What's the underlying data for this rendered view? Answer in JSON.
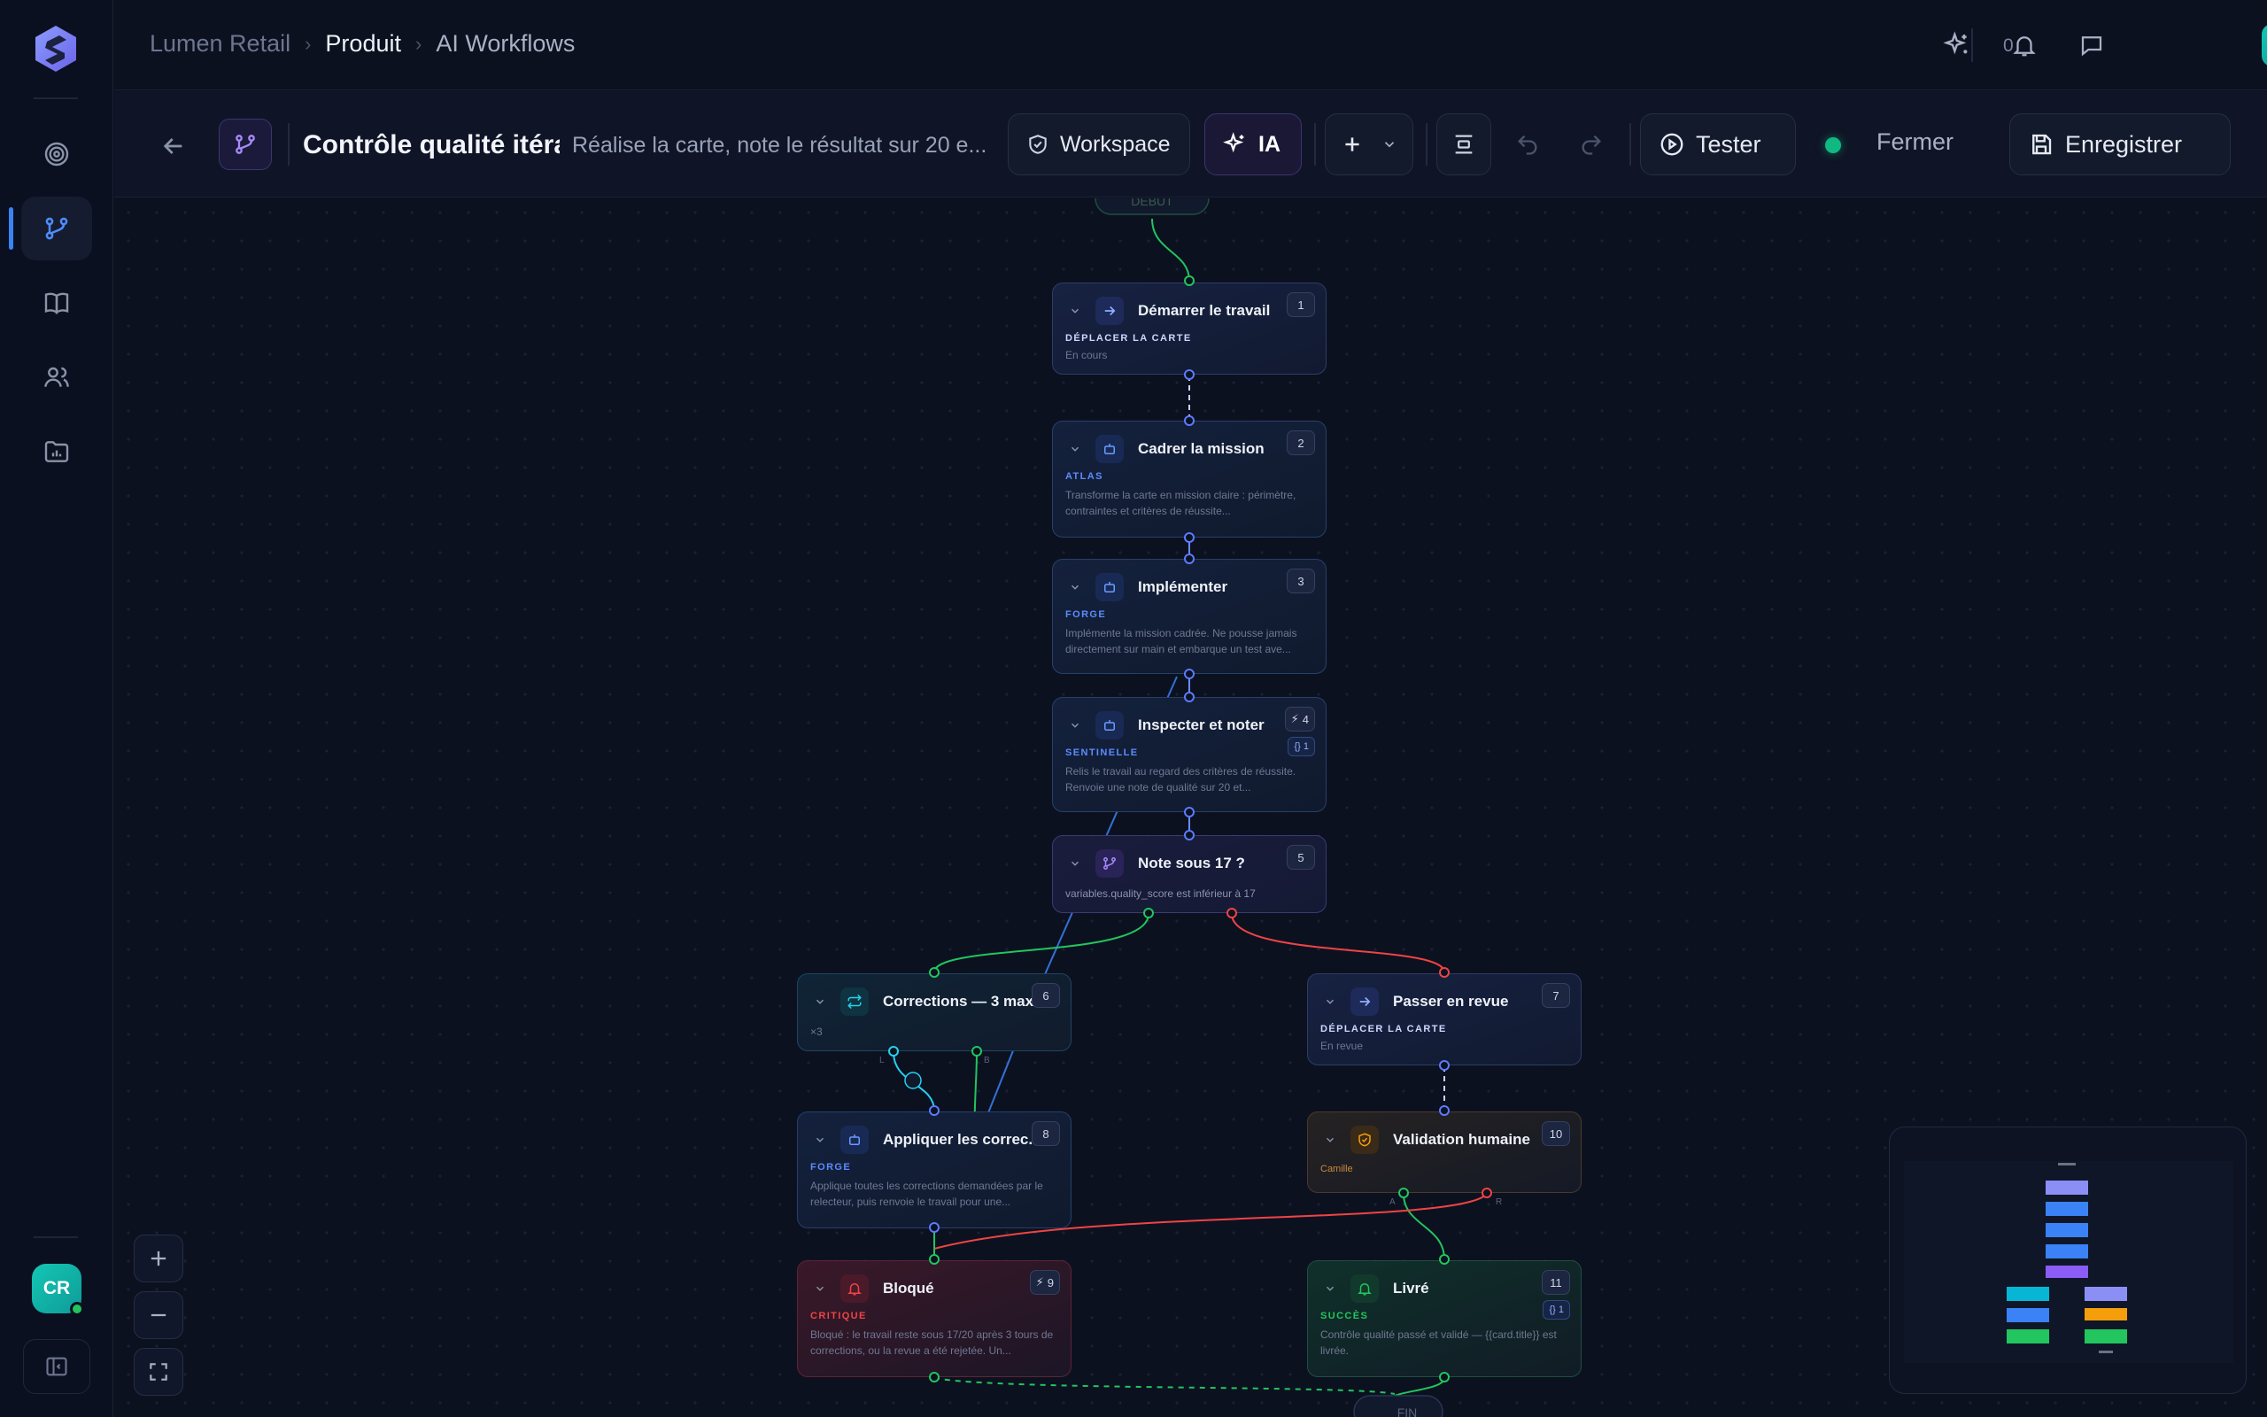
{
  "app": {
    "breadcrumb": [
      "Lumen Retail",
      "Produit",
      "AI Workflows"
    ],
    "notification_count": "0",
    "user_initials": "CR"
  },
  "toolbar": {
    "title": "Contrôle qualité itératif",
    "description": "Réalise la carte, note le résultat sur 20 e...",
    "workspace_label": "Workspace",
    "ia_label": "IA",
    "test_label": "Tester",
    "close_label": "Fermer",
    "save_label": "Enregistrer"
  },
  "colors": {
    "accent_blue": "#3b82f6",
    "accent_purple": "#a78bfa",
    "success_green": "#22c55e",
    "danger_red": "#ef4444",
    "warning_orange": "#f59e0b",
    "cyan": "#22d3ee"
  },
  "nodes": [
    {
      "num": "1",
      "title": "Démarrer le travail",
      "kind": "DÉPLACER LA CARTE",
      "desc": "En cours",
      "type": "move"
    },
    {
      "num": "2",
      "title": "Cadrer la mission",
      "kind": "ATLAS",
      "desc": "Transforme la carte en mission claire : périmètre, contraintes et critères de réussite...",
      "type": "agent"
    },
    {
      "num": "3",
      "title": "Implémenter",
      "kind": "FORGE",
      "desc": "Implémente la mission cadrée. Ne pousse jamais directement sur main et embarque un test ave...",
      "type": "agent"
    },
    {
      "num": "4",
      "title": "Inspecter et noter",
      "kind": "SENTINELLE",
      "desc": "Relis le travail au regard des critères de réussite. Renvoie une note de qualité sur 20 et...",
      "type": "agent",
      "badge2": "{} 1"
    },
    {
      "num": "5",
      "title": "Note sous 17 ?",
      "kind": "",
      "desc": "variables.quality_score est inférieur à 17",
      "type": "cond"
    },
    {
      "num": "6",
      "title": "Corrections — 3 max",
      "kind": "",
      "desc": "×3",
      "type": "loop"
    },
    {
      "num": "7",
      "title": "Passer en revue",
      "kind": "DÉPLACER LA CARTE",
      "desc": "En revue",
      "type": "move"
    },
    {
      "num": "8",
      "title": "Appliquer les correc...",
      "kind": "FORGE",
      "desc": "Applique toutes les corrections demandées par le relecteur, puis renvoie le travail pour une...",
      "type": "agent"
    },
    {
      "num": "10",
      "title": "Validation humaine",
      "kind": "",
      "desc": "Camille",
      "type": "human"
    },
    {
      "num": "9",
      "title": "Bloqué",
      "kind": "CRITIQUE",
      "desc": "Bloqué : le travail reste sous 17/20 après 3 tours de corrections, ou la revue a été rejetée. Un...",
      "type": "blocked"
    },
    {
      "num": "11",
      "title": "Livré",
      "kind": "SUCCÈS",
      "desc": "Contrôle qualité passé et validé — {{card.title}} est livrée.",
      "type": "success",
      "badge2": "{} 1"
    }
  ],
  "canvas": {
    "start_label": "DÉBUT",
    "end_label": "FIN",
    "loop_labels": [
      "L",
      "B"
    ],
    "human_labels": [
      "A",
      "R"
    ]
  }
}
